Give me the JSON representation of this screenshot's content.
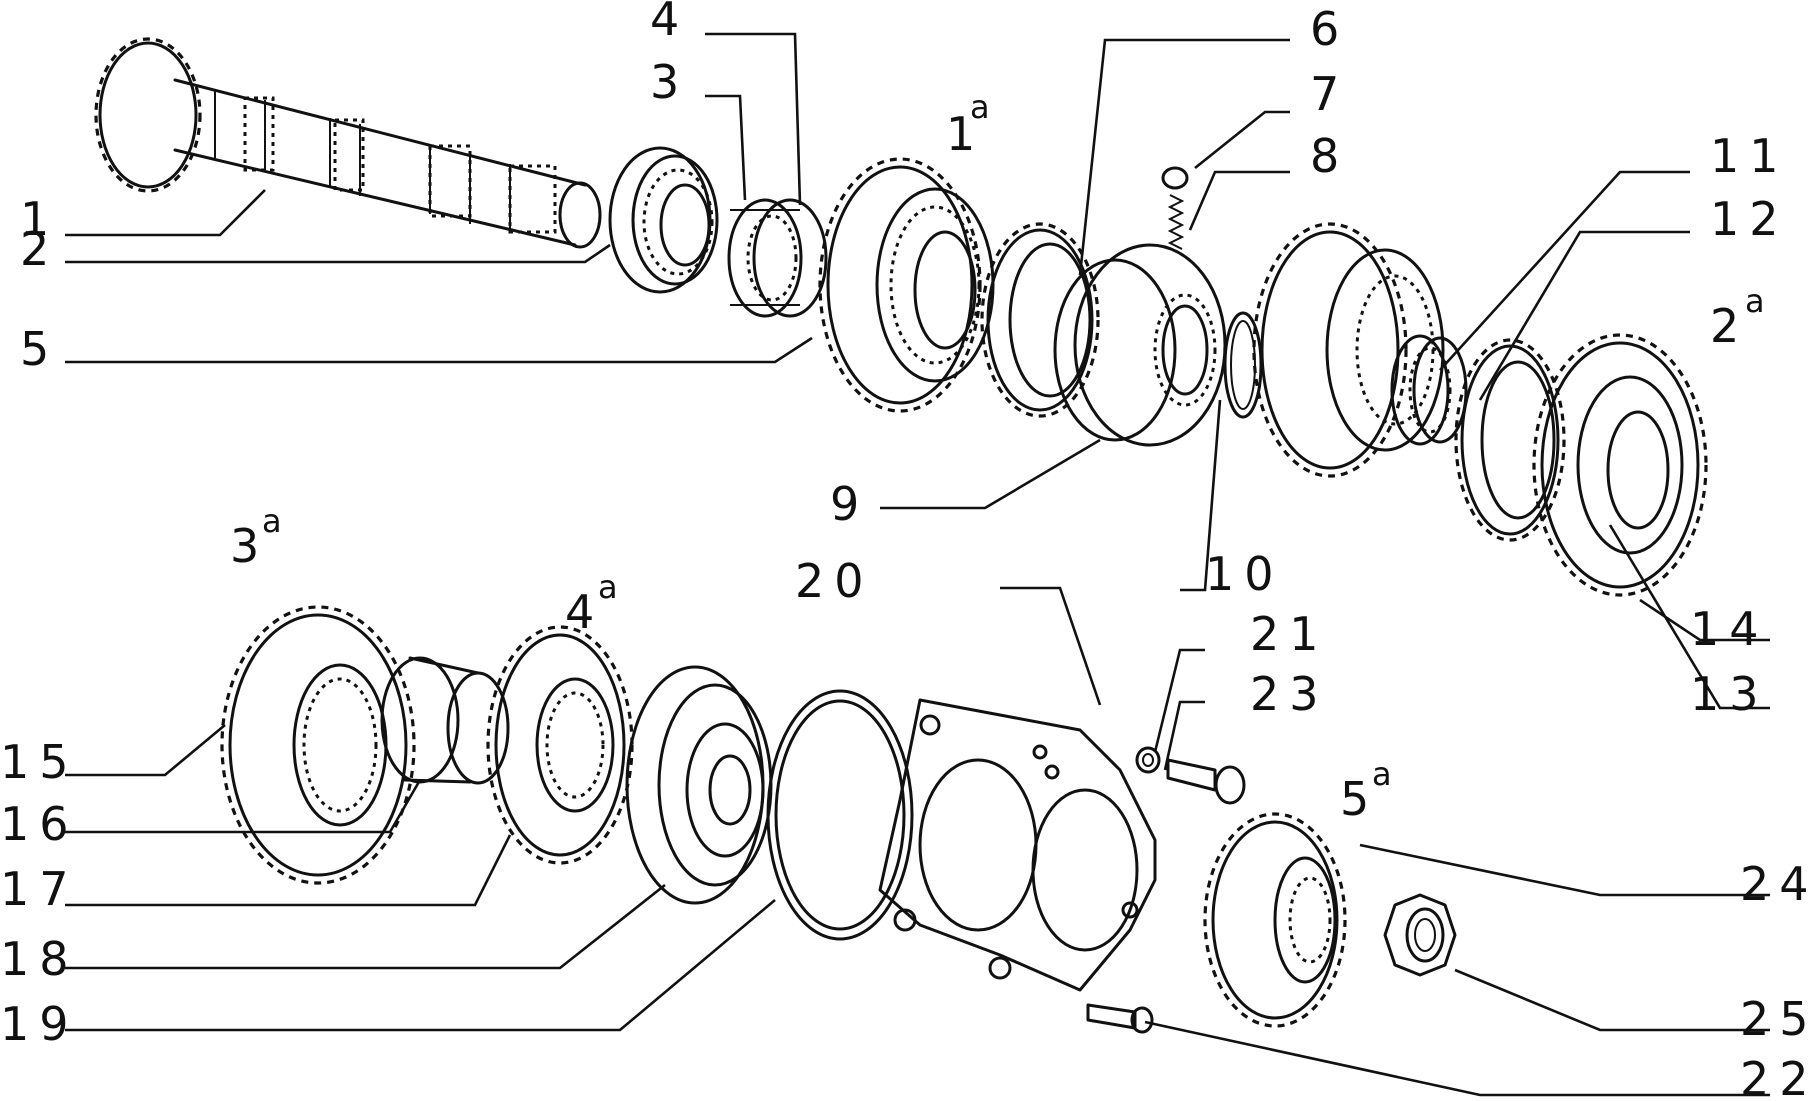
{
  "labels": {
    "l1": "1",
    "l2": "2",
    "l3": "3",
    "l4": "4",
    "l5": "5",
    "l6": "6",
    "l7": "7",
    "l8": "8",
    "l9": "9",
    "l10": "10",
    "l11": "11",
    "l12": "12",
    "l13": "13",
    "l14": "14",
    "l15": "15",
    "l16": "16",
    "l17": "17",
    "l18": "18",
    "l19": "19",
    "l20": "20",
    "l21": "21",
    "l22": "22",
    "l23": "23",
    "l24": "24",
    "l25": "25"
  },
  "gears": {
    "g1": "1",
    "g2": "2",
    "g3": "3",
    "g4": "4",
    "g5": "5",
    "suffix": "a"
  }
}
